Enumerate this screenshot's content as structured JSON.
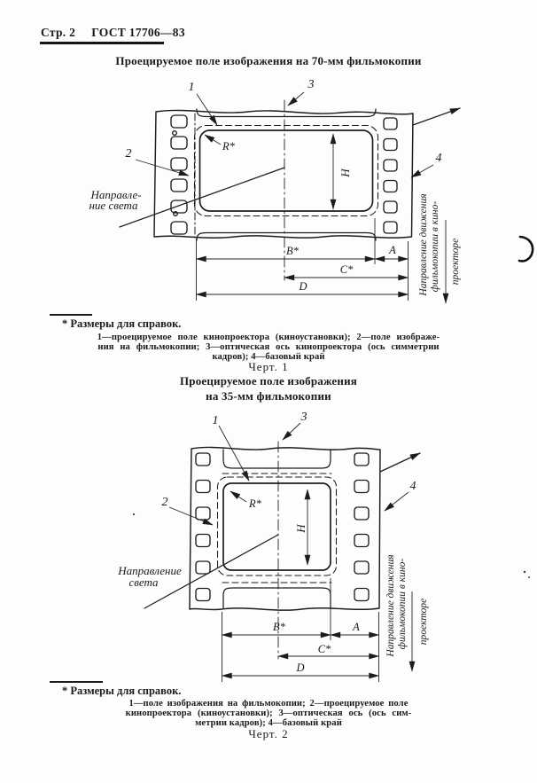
{
  "header": {
    "page_label": "Стр. 2",
    "doc_number": "ГОСТ 17706—83"
  },
  "figure1": {
    "title": "Проецируемое поле изображения на 70-мм фильмокопии",
    "labels": {
      "n1": "1",
      "n2": "2",
      "n3": "3",
      "n4": "4",
      "radius": "R*",
      "height": "H",
      "dim_b": "B*",
      "dim_c": "C*",
      "dim_a": "A",
      "dim_d": "D"
    },
    "light_direction": {
      "line1": "Направле-",
      "line2": "ние света"
    },
    "movement": {
      "line1": "Направление движения",
      "line2": "фильмокопии в кино-",
      "line3": "проекторе"
    },
    "footnote": "* Размеры для справок.",
    "legend_lines": [
      "1—проецируемое поле кинопроектора (киноустановки); 2—поле изображе-",
      "ния на фильмокопии; 3—оптическая ось кинопроектора (ось симметрии",
      "кадров); 4—базовый край"
    ],
    "caption": "Черт. 1"
  },
  "figure2": {
    "title_line1": "Проецируемое поле изображения",
    "title_line2": "на 35-мм фильмокопии",
    "labels": {
      "n1": "1",
      "n2": "2",
      "n3": "3",
      "n4": "4",
      "radius": "R*",
      "height": "H",
      "dim_b": "B*",
      "dim_c": "C*",
      "dim_a": "A",
      "dim_d": "D"
    },
    "light_direction": {
      "line1": "Направление",
      "line2": "света"
    },
    "movement": {
      "line1": "Направление движения",
      "line2": "фильмокопии в кино-",
      "line3": "проекторе"
    },
    "footnote": "* Размеры для справок.",
    "legend_lines": [
      "1—поле изображения на фильмокопии; 2—проецируемое поле",
      "кинопроектора (киноустановки); 3—оптическая ось (ось сим-",
      "метрии кадров); 4—базовый край"
    ],
    "caption": "Черт. 2"
  },
  "colors": {
    "ink": "#1a1a1a",
    "paper": "#fdfdfc"
  }
}
